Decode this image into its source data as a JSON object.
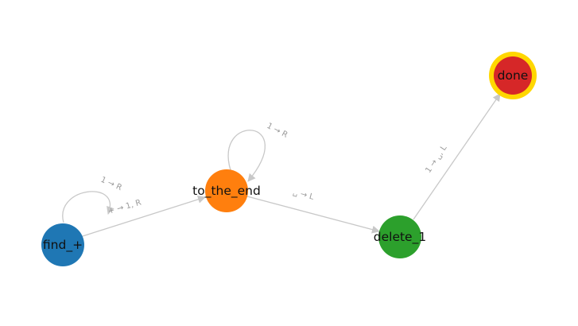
{
  "diagram": {
    "type": "state-machine",
    "nodes": [
      {
        "id": "find_+",
        "label": "find_+",
        "color": "#1f77b4"
      },
      {
        "id": "to_the_end",
        "label": "to_the_end",
        "color": "#ff7f0e"
      },
      {
        "id": "delete_1",
        "label": "delete_1",
        "color": "#2ca02c"
      },
      {
        "id": "done",
        "label": "done",
        "color": "#d62728",
        "ring_color": "#ffd700",
        "accepting": true
      }
    ],
    "edges": [
      {
        "from": "find_+",
        "to": "find_+",
        "label": "1 → R"
      },
      {
        "from": "find_+",
        "to": "to_the_end",
        "label": "+ → 1, R"
      },
      {
        "from": "to_the_end",
        "to": "to_the_end",
        "label": "1 → R"
      },
      {
        "from": "to_the_end",
        "to": "delete_1",
        "label": "␣ → L"
      },
      {
        "from": "delete_1",
        "to": "done",
        "label": "1 → ␣, L"
      }
    ],
    "edge_color": "#c8c8c8",
    "edge_label_color": "#9a9a9a"
  }
}
